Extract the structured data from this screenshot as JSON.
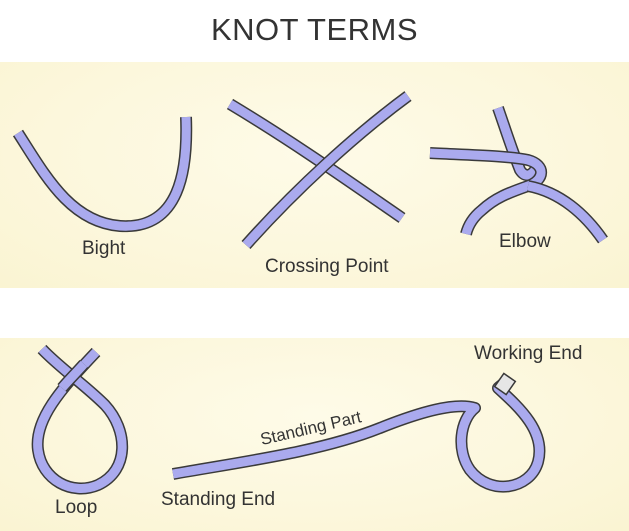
{
  "title": "KNOT TERMS",
  "colors": {
    "rope": "#aaaaee",
    "rope_outline": "#3a3a3a",
    "panel": "#fcf7dc",
    "end_cap": "#e6e6e6"
  },
  "labels": {
    "bight": "Bight",
    "crossing_point": "Crossing Point",
    "elbow": "Elbow",
    "loop": "Loop",
    "standing_end": "Standing End",
    "standing_part": "Standing Part",
    "working_end": "Working End"
  }
}
